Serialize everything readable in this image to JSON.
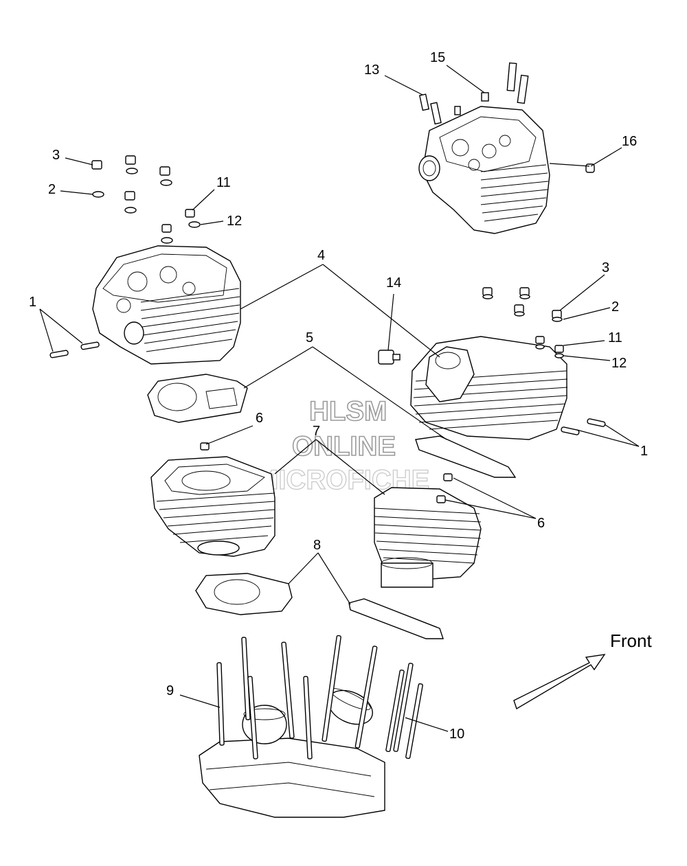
{
  "watermark": {
    "line1": "HLSM",
    "line2": "ONLINE",
    "line3": "MICROFICHE"
  },
  "direction": {
    "label": "Front"
  },
  "callouts": [
    {
      "id": "c-13",
      "text": "13"
    },
    {
      "id": "c-15",
      "text": "15"
    },
    {
      "id": "c-16",
      "text": "16"
    },
    {
      "id": "c-3a",
      "text": "3"
    },
    {
      "id": "c-2a",
      "text": "2"
    },
    {
      "id": "c-11a",
      "text": "11"
    },
    {
      "id": "c-12a",
      "text": "12"
    },
    {
      "id": "c-4",
      "text": "4"
    },
    {
      "id": "c-1a",
      "text": "1"
    },
    {
      "id": "c-14",
      "text": "14"
    },
    {
      "id": "c-3b",
      "text": "3"
    },
    {
      "id": "c-2b",
      "text": "2"
    },
    {
      "id": "c-11b",
      "text": "11"
    },
    {
      "id": "c-12b",
      "text": "12"
    },
    {
      "id": "c-5",
      "text": "5"
    },
    {
      "id": "c-1b",
      "text": "1"
    },
    {
      "id": "c-6a",
      "text": "6"
    },
    {
      "id": "c-7",
      "text": "7"
    },
    {
      "id": "c-6b",
      "text": "6"
    },
    {
      "id": "c-8",
      "text": "8"
    },
    {
      "id": "c-9",
      "text": "9"
    },
    {
      "id": "c-10",
      "text": "10"
    }
  ]
}
